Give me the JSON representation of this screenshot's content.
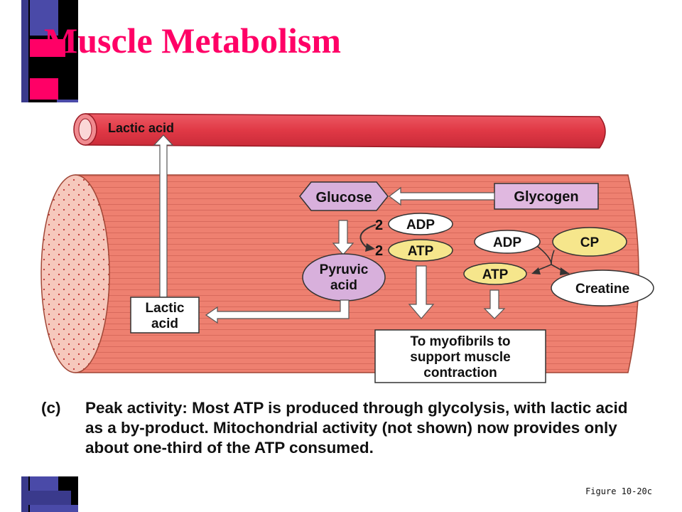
{
  "slide": {
    "title": "Muscle Metabolism",
    "figure_ref": "Figure 10-20c"
  },
  "diagram": {
    "vessel_label": "Lactic acid",
    "glucose": "Glucose",
    "glycogen": "Glycogen",
    "adp_count": "2",
    "adp_left": "ADP",
    "atp_count": "2",
    "atp_left": "ATP",
    "pyruvic_line1": "Pyruvic",
    "pyruvic_line2": "acid",
    "lactic_line1": "Lactic",
    "lactic_line2": "acid",
    "adp_right": "ADP",
    "cp": "CP",
    "atp_right": "ATP",
    "creatine": "Creatine",
    "myofibrils_line1": "To myofibrils to",
    "myofibrils_line2": "support muscle",
    "myofibrils_line3": "contraction"
  },
  "caption": {
    "label": "(c)",
    "bold": "Peak activity:",
    "text": " Most ATP is produced through glycolysis, with lactic acid as a by-product. Mitochondrial activity (not shown) now provides only about one-third of the ATP consumed."
  },
  "colors": {
    "title": "#ff0066",
    "muscle": "#ee8070",
    "vessel": "#e0404c",
    "glycogen_box": "#e0b8e0",
    "pyruvic": "#d8b0dc",
    "atp_yellow": "#f6e68c"
  }
}
